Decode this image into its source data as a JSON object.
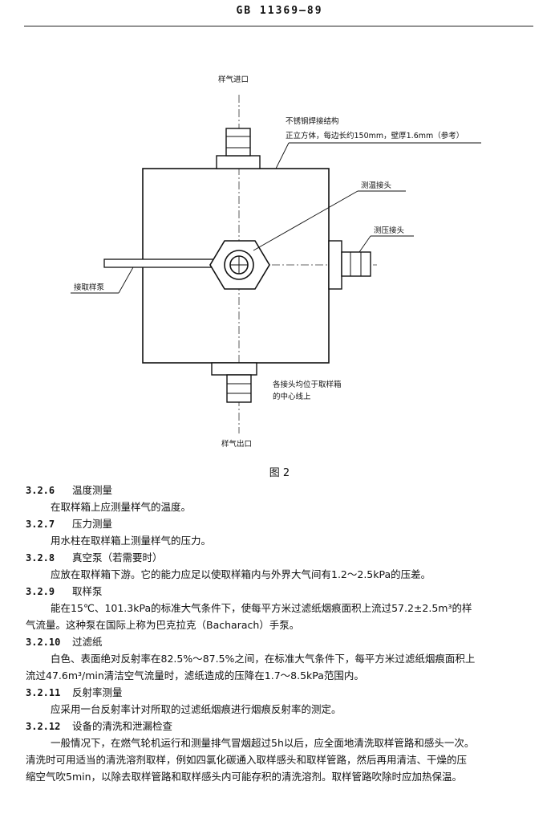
{
  "header": {
    "standard": "GB 11369—89"
  },
  "figure": {
    "labels": {
      "inlet": "样气进口",
      "structure_line1": "不锈钢焊接结构",
      "structure_line2": "正立方体，每边长约150mm，壁厚1.6mm（参考）",
      "temp_joint": "测温接头",
      "pressure_joint": "测压接头",
      "pump_joint": "接取样泵",
      "center_note_line1": "各接头均位于取样箱",
      "center_note_line2": "的中心线上",
      "outlet": "样气出口"
    },
    "caption": "图 2"
  },
  "sections": [
    {
      "num": "3.2.6",
      "title": "温度测量",
      "body": "在取样箱上应测量样气的温度。"
    },
    {
      "num": "3.2.7",
      "title": "压力测量",
      "body": "用水柱在取样箱上测量样气的压力。"
    },
    {
      "num": "3.2.8",
      "title": "真空泵（若需要时）",
      "body": "应放在取样箱下游。它的能力应足以使取样箱内与外界大气间有1.2～2.5kPa的压差。"
    },
    {
      "num": "3.2.9",
      "title": "取样泵",
      "body_line1": "能在15℃、101.3kPa的标准大气条件下，使每平方米过滤纸烟痕面积上流过57.2±2.5m³的样",
      "body_line2": "气流量。这种泵在国际上称为巴克拉克（Bacharach）手泵。"
    },
    {
      "num": "3.2.10",
      "title": "过滤纸",
      "body_line1": "白色、表面绝对反射率在82.5%～87.5%之间，在标准大气条件下，每平方米过滤纸烟痕面积上",
      "body_line2": "流过47.6m³/min清洁空气流量时，滤纸造成的压降在1.7～8.5kPa范围内。"
    },
    {
      "num": "3.2.11",
      "title": "反射率测量",
      "body": "应采用一台反射率计对所取的过滤纸烟痕进行烟痕反射率的测定。"
    },
    {
      "num": "3.2.12",
      "title": "设备的清洗和泄漏检查",
      "body_line1": "一般情况下，在燃气轮机运行和测量排气冒烟超过5h以后，应全面地清洗取样管路和感头一次。",
      "body_line2": "清洗时可用适当的清洗溶剂取样，例如四氯化碳通入取样感头和取样管路，然后再用清洁、干燥的压",
      "body_line3": "缩空气吹5min，以除去取样管路和取样感头内可能存积的清洗溶剂。取样管路吹除时应加热保温。"
    }
  ]
}
